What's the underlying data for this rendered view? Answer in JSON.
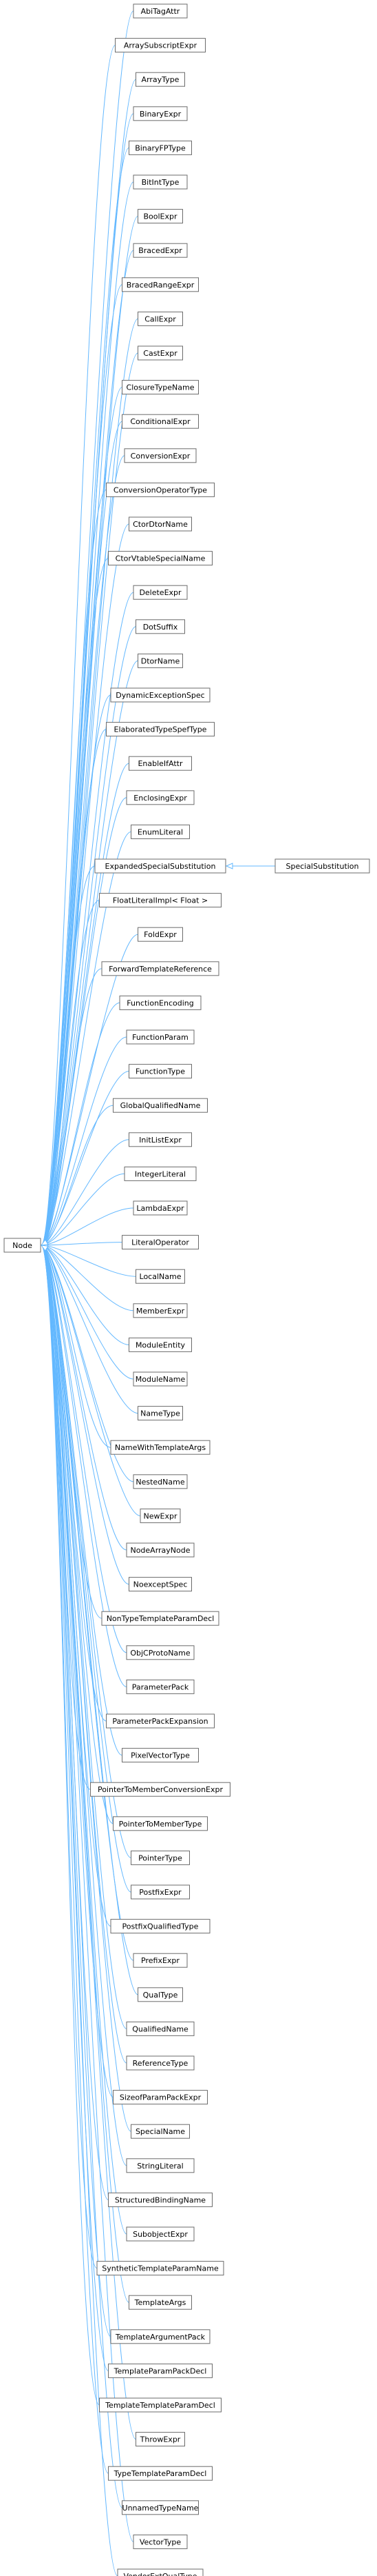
{
  "colors": {
    "edge": "#63b8ff",
    "node_border": "#6b6b6b",
    "node_fill": "#ffffff",
    "text": "#000000"
  },
  "diagram": {
    "base": "Node",
    "children": [
      "AbiTagAttr",
      "ArraySubscriptExpr",
      "ArrayType",
      "BinaryExpr",
      "BinaryFPType",
      "BitIntType",
      "BoolExpr",
      "BracedExpr",
      "BracedRangeExpr",
      "CallExpr",
      "CastExpr",
      "ClosureTypeName",
      "ConditionalExpr",
      "ConversionExpr",
      "ConversionOperatorType",
      "CtorDtorName",
      "CtorVtableSpecialName",
      "DeleteExpr",
      "DotSuffix",
      "DtorName",
      "DynamicExceptionSpec",
      "ElaboratedTypeSpefType",
      "EnableIfAttr",
      "EnclosingExpr",
      "EnumLiteral",
      "ExpandedSpecialSubstitution",
      "FloatLiteralImpl< Float >",
      "FoldExpr",
      "ForwardTemplateReference",
      "FunctionEncoding",
      "FunctionParam",
      "FunctionType",
      "GlobalQualifiedName",
      "InitListExpr",
      "IntegerLiteral",
      "LambdaExpr",
      "LiteralOperator",
      "LocalName",
      "MemberExpr",
      "ModuleEntity",
      "ModuleName",
      "NameType",
      "NameWithTemplateArgs",
      "NestedName",
      "NewExpr",
      "NodeArrayNode",
      "NoexceptSpec",
      "NonTypeTemplateParamDecl",
      "ObjCProtoName",
      "ParameterPack",
      "ParameterPackExpansion",
      "PixelVectorType",
      "PointerToMemberConversionExpr",
      "PointerToMemberType",
      "PointerType",
      "PostfixExpr",
      "PostfixQualifiedType",
      "PrefixExpr",
      "QualType",
      "QualifiedName",
      "ReferenceType",
      "SizeofParamPackExpr",
      "SpecialName",
      "StringLiteral",
      "StructuredBindingName",
      "SubobjectExpr",
      "SyntheticTemplateParamName",
      "TemplateArgs",
      "TemplateArgumentPack",
      "TemplateParamPackDecl",
      "TemplateTemplateParamDecl",
      "ThrowExpr",
      "TypeTemplateParamDecl",
      "UnnamedTypeName",
      "VectorType",
      "VendorExtQualType"
    ],
    "grandchild": {
      "label": "SpecialSubstitution",
      "parent": "ExpandedSpecialSubstitution"
    }
  }
}
